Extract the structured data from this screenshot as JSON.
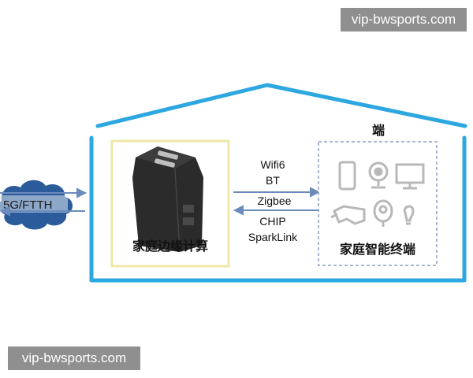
{
  "watermark_top": "vip-bwsports.com",
  "watermark_bottom": "vip-bwsports.com",
  "cloud_label": "5G/FTTH",
  "edge_device_label": "家庭边缘计算",
  "terminal_section_title": "端",
  "terminal_box_label": "家庭智能终端",
  "protocols": [
    "Wifi6",
    "BT",
    "Zigbee",
    "CHIP",
    "SparkLink"
  ],
  "colors": {
    "house_outline": "#2da7e0",
    "arrow": "#6b8bbd",
    "edge_box_border": "#efe8a8",
    "terminal_box_border": "#8aa0c0",
    "cloud": "#2b5b9a",
    "device_icons": "#b8b8b8"
  },
  "device_icons": [
    "phone-icon",
    "camera-icon",
    "monitor-icon",
    "vr-glasses-icon",
    "robot-vacuum-icon",
    "light-bulb-icon"
  ]
}
